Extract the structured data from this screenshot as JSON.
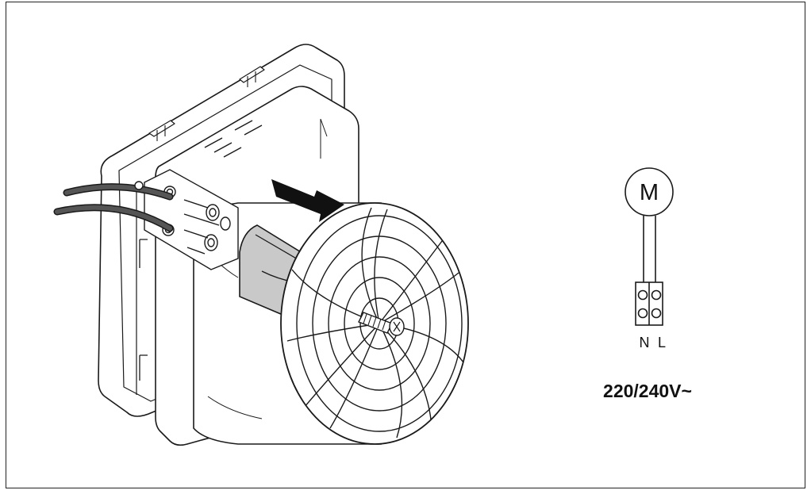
{
  "motor": {
    "label": "M"
  },
  "terminal": {
    "neutral": "N",
    "live": "L"
  },
  "supply": {
    "voltage": "220/240V~"
  },
  "colors": {
    "line": "#1a1a1a",
    "bracket": "#c9c9c9",
    "cable": "#555555",
    "arrow": "#111111"
  }
}
